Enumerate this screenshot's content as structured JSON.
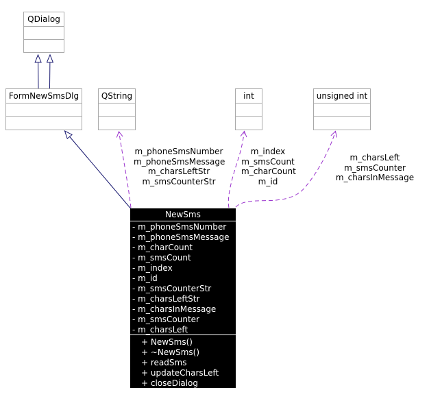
{
  "nodes": {
    "qdialog": {
      "name": "QDialog"
    },
    "formnewsmsdlg": {
      "name": "FormNewSmsDlg"
    },
    "qstring": {
      "name": "QString"
    },
    "int": {
      "name": "int"
    },
    "unsigned_int": {
      "name": "unsigned int"
    }
  },
  "main_class": {
    "title": "NewSms",
    "attributes": [
      "- m_phoneSmsNumber",
      "- m_phoneSmsMessage",
      "- m_charCount",
      "- m_smsCount",
      "- m_index",
      "- m_id",
      "- m_smsCounterStr",
      "- m_charsLeftStr",
      "- m_charsInMessage",
      "- m_smsCounter",
      "- m_charsLeft"
    ],
    "methods": [
      "+ NewSms()",
      "+ ~NewSms()",
      "+ readSms",
      "+ updateCharsLeft",
      "+ closeDialog"
    ]
  },
  "edge_labels": {
    "qstring": {
      "lines": [
        "m_phoneSmsNumber",
        "m_phoneSmsMessage",
        "m_charsLeftStr",
        "m_smsCounterStr"
      ]
    },
    "int": {
      "lines": [
        "m_index",
        "m_smsCount",
        "m_charCount",
        "m_id"
      ]
    },
    "unsigned_int": {
      "lines": [
        "m_charsLeft",
        "m_smsCounter",
        "m_charsInMessage"
      ]
    }
  },
  "colors": {
    "inheritance_edge": "#191970",
    "usage_edge": "#9a32cd",
    "node_border": "#a9a9a9",
    "main_class_bg": "#000000",
    "main_class_text": "#ffffff",
    "label_text": "#000000",
    "background": "#ffffff"
  }
}
